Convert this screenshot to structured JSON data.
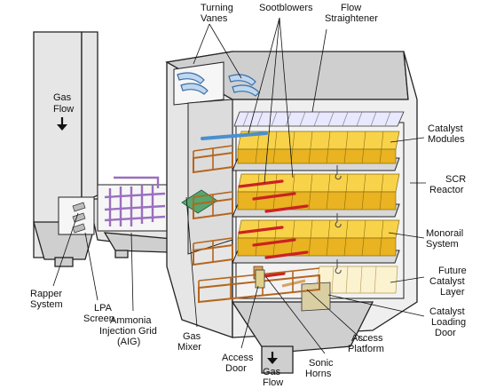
{
  "labels": {
    "turning_vanes": [
      "Turning",
      "Vanes"
    ],
    "sootblowers": "Sootblowers",
    "flow_straightener": [
      "Flow",
      "Straightener"
    ],
    "gas_flow_in": [
      "Gas",
      "Flow"
    ],
    "catalyst_modules": [
      "Catalyst",
      "Modules"
    ],
    "scr_reactor": [
      "SCR",
      "Reactor"
    ],
    "monorail_system": [
      "Monorail",
      "System"
    ],
    "future_catalyst_layer": [
      "Future",
      "Catalyst",
      "Layer"
    ],
    "catalyst_loading_door": [
      "Catalyst",
      "Loading",
      "Door"
    ],
    "access_platform": [
      "Access",
      "Platform"
    ],
    "sonic_horns": [
      "Sonic",
      "Horns"
    ],
    "gas_flow_out": [
      "Gas",
      "Flow"
    ],
    "access_door": [
      "Access",
      "Door"
    ],
    "gas_mixer": [
      "Gas",
      "Mixer"
    ],
    "aig": [
      "Ammonia",
      "Injection Grid",
      "(AIG)"
    ],
    "lpa_screen": [
      "LPA",
      "Screen"
    ],
    "rapper_system": [
      "Rapper",
      "System"
    ]
  },
  "colors": {
    "catalyst": "#f8d34a",
    "platform": "#b5651d",
    "sootblower": "#cc2222",
    "aig": "#9b6fbf",
    "shell": "#e6e6e6"
  },
  "icons": {
    "flow_arrow_in": "arrow-down",
    "flow_arrow_out": "arrow-down"
  }
}
